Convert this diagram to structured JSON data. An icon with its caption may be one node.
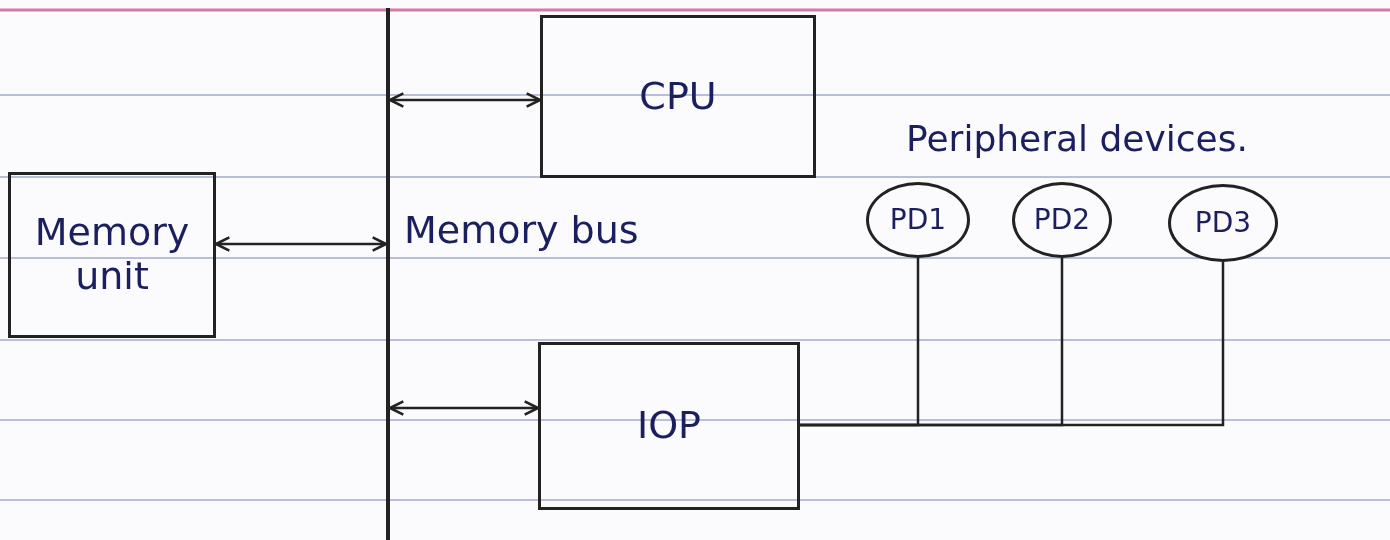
{
  "diagram": {
    "nodes": [
      {
        "text": [
          "Memory unit"
        ]
      },
      {
        "text": [],
        "shape": "bar",
        "beside": [
          "Memory bus"
        ]
      },
      {
        "text": [
          "CPU"
        ]
      },
      {
        "text": [
          "IOP"
        ]
      },
      {
        "text": [
          "PD1"
        ]
      },
      {
        "text": [
          "PD2"
        ]
      },
      {
        "text": [
          "PD3"
        ]
      }
    ],
    "edges": [
      {
        "from": 0,
        "to": 1,
        "arrow": "both"
      },
      {
        "from": 1,
        "to": 2,
        "arrow": "both"
      },
      {
        "from": 1,
        "to": 3,
        "arrow": "both"
      },
      {
        "from": 3,
        "to": 4,
        "arrow": "none"
      },
      {
        "from": 3,
        "to": 5,
        "arrow": "none"
      },
      {
        "from": 3,
        "to": 6,
        "arrow": "none"
      }
    ],
    "labels": [
      "Peripheral devices."
    ]
  }
}
